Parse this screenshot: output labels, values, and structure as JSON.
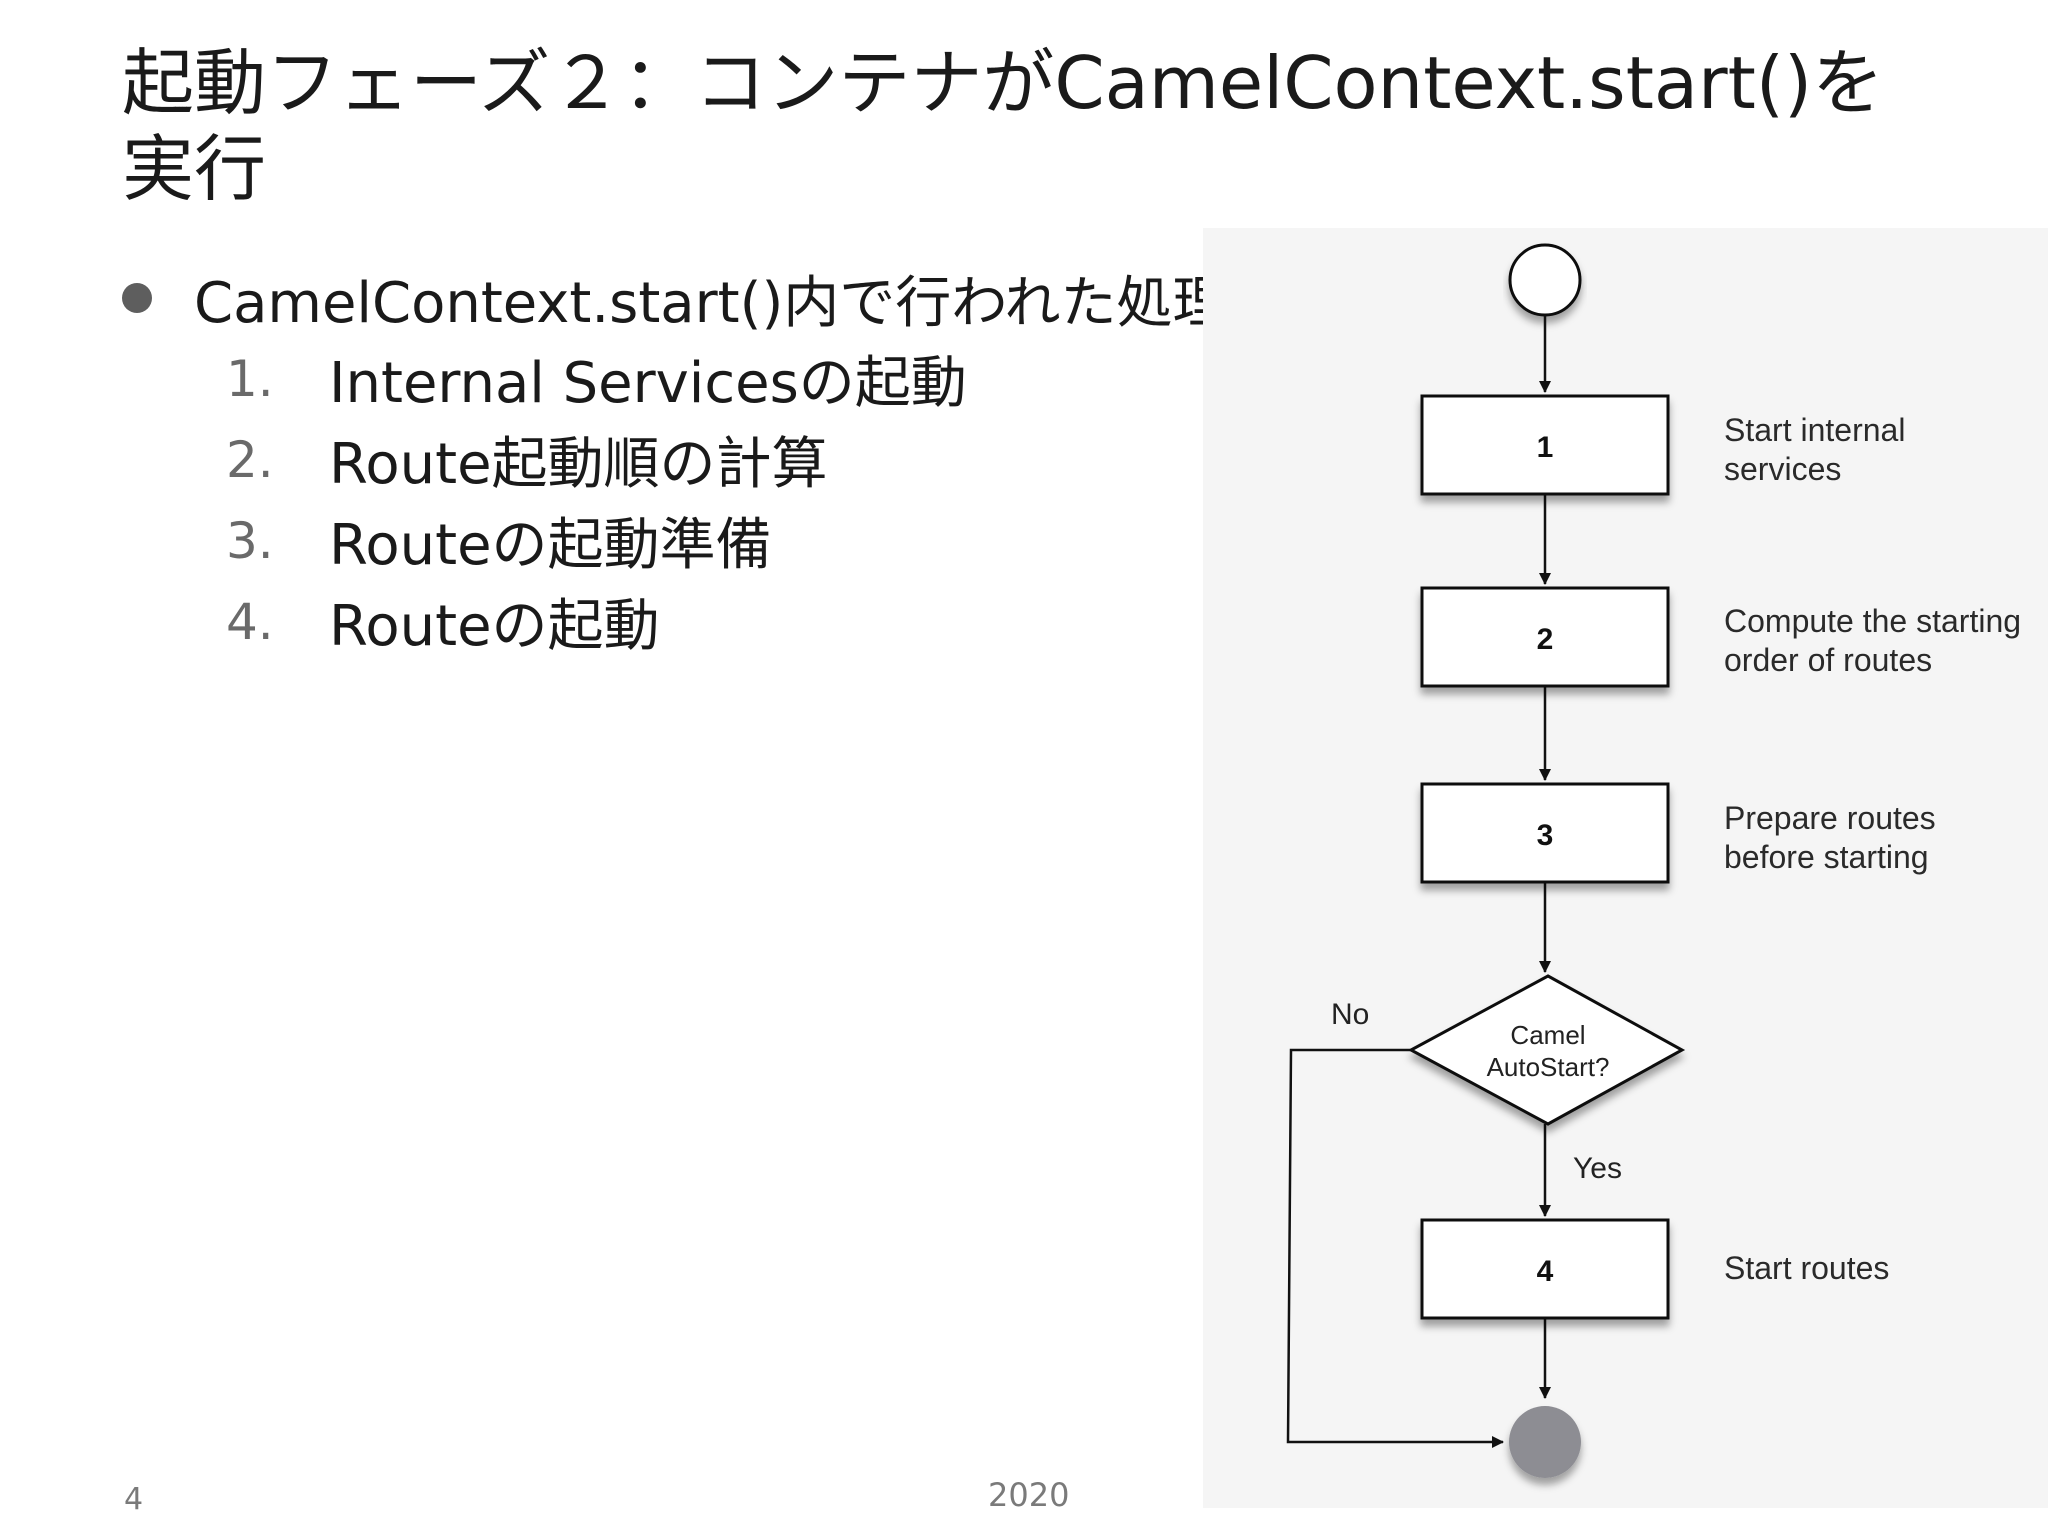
{
  "slide": {
    "title": "起動フェーズ２：コンテナがCamelContext.start()を実行",
    "bullet": "CamelContext.start()内で行われた処理",
    "steps": [
      {
        "num": "1.",
        "text": "Internal Servicesの起動"
      },
      {
        "num": "2.",
        "text": "Route起動順の計算"
      },
      {
        "num": "3.",
        "text": "Routeの起動準備"
      },
      {
        "num": "4.",
        "text": "Routeの起動"
      }
    ],
    "page_number": "4",
    "footer": "2020"
  },
  "diagram": {
    "boxes": [
      {
        "num": "1",
        "label": [
          "Start internal",
          "services"
        ]
      },
      {
        "num": "2",
        "label": [
          "Compute the starting",
          "order of routes"
        ]
      },
      {
        "num": "3",
        "label": [
          "Prepare routes",
          "before starting"
        ]
      },
      {
        "num": "4",
        "label": [
          "Start routes"
        ]
      }
    ],
    "decision": [
      "Camel",
      "AutoStart?"
    ],
    "no_label": "No",
    "yes_label": "Yes",
    "colors": {
      "end_node": "#8d8d93",
      "background": "#f5f5f5"
    }
  }
}
